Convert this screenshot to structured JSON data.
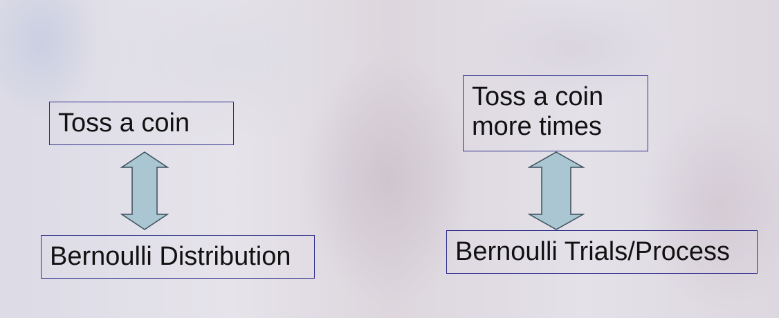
{
  "left": {
    "top_label": "Toss a coin",
    "bottom_label": "Bernoulli Distribution"
  },
  "right": {
    "top_label_lines": [
      "Toss a coin",
      "more times"
    ],
    "bottom_label": "Bernoulli Trials/Process"
  },
  "colors": {
    "box_border": "#2d2d8c",
    "arrow_fill": "#a9c6d2",
    "arrow_stroke": "#3c4f5a",
    "text": "#111111"
  }
}
